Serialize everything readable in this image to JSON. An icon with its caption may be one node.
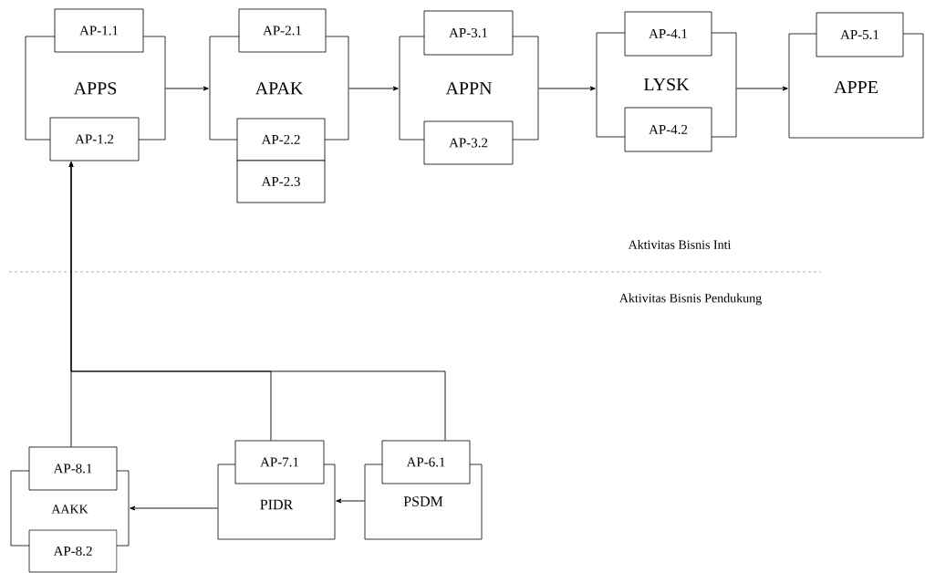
{
  "diagram": {
    "nodes": [
      {
        "text": [
          "APPS"
        ]
      },
      {
        "text": [
          "AP-1.1"
        ]
      },
      {
        "text": [
          "AP-1.2"
        ]
      },
      {
        "text": [
          "APAK"
        ]
      },
      {
        "text": [
          "AP-2.1"
        ]
      },
      {
        "text": [
          "AP-2.2"
        ]
      },
      {
        "text": [
          "AP-2.3"
        ]
      },
      {
        "text": [
          "APPN"
        ]
      },
      {
        "text": [
          "AP-3.1"
        ]
      },
      {
        "text": [
          "AP-3.2"
        ]
      },
      {
        "text": [
          "LYSK"
        ]
      },
      {
        "text": [
          "AP-4.1"
        ]
      },
      {
        "text": [
          "AP-4.2"
        ]
      },
      {
        "text": [
          "APPE"
        ]
      },
      {
        "text": [
          "AP-5.1"
        ]
      },
      {
        "text": [
          "AAKK"
        ]
      },
      {
        "text": [
          "AP-8.1"
        ]
      },
      {
        "text": [
          "AP-8.2"
        ]
      },
      {
        "text": [
          "PIDR"
        ]
      },
      {
        "text": [
          "AP-7.1"
        ]
      },
      {
        "text": [
          "PSDM"
        ]
      },
      {
        "text": [
          "AP-6.1"
        ]
      }
    ],
    "edges": [
      {
        "from": 0,
        "to": 3,
        "arrow": "to"
      },
      {
        "from": 3,
        "to": 7,
        "arrow": "to"
      },
      {
        "from": 7,
        "to": 10,
        "arrow": "to"
      },
      {
        "from": 10,
        "to": 13,
        "arrow": "to"
      },
      {
        "from": 20,
        "to": 18,
        "arrow": "to"
      },
      {
        "from": 18,
        "to": 15,
        "arrow": "to"
      },
      {
        "from": 16,
        "to": 2,
        "arrow": "to"
      },
      {
        "from": 19,
        "to": 2,
        "arrow": "to"
      },
      {
        "from": 21,
        "to": 2,
        "arrow": "to"
      }
    ],
    "labels": [
      "Aktivitas Bisnis Inti",
      "Aktivitas Bisnis Pendukung"
    ]
  }
}
